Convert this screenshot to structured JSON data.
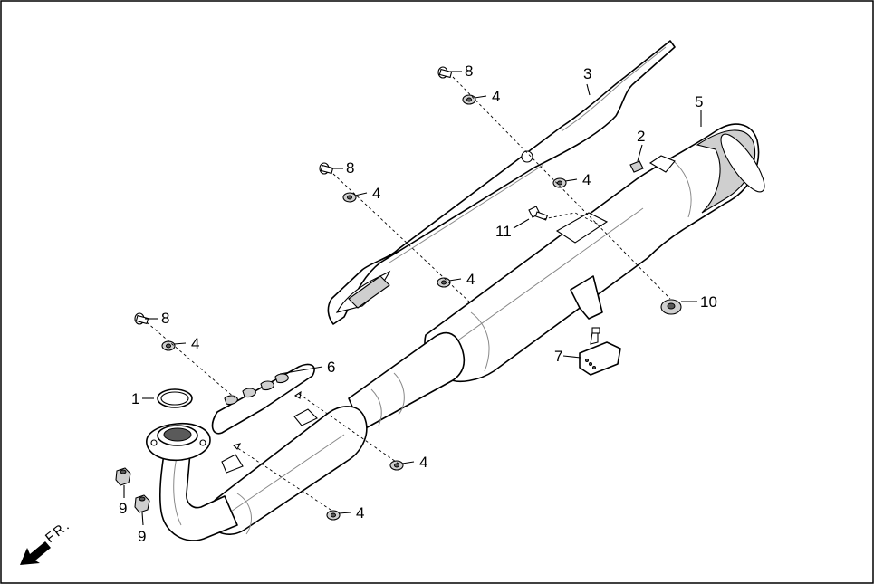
{
  "callouts": [
    {
      "id": "c1",
      "label": "1"
    },
    {
      "id": "c2",
      "label": "2"
    },
    {
      "id": "c3",
      "label": "3"
    },
    {
      "id": "c4a",
      "label": "4"
    },
    {
      "id": "c4b",
      "label": "4"
    },
    {
      "id": "c4c",
      "label": "4"
    },
    {
      "id": "c4d",
      "label": "4"
    },
    {
      "id": "c4e",
      "label": "4"
    },
    {
      "id": "c4f",
      "label": "4"
    },
    {
      "id": "c4g",
      "label": "4"
    },
    {
      "id": "c5",
      "label": "5"
    },
    {
      "id": "c6",
      "label": "6"
    },
    {
      "id": "c7",
      "label": "7"
    },
    {
      "id": "c8a",
      "label": "8"
    },
    {
      "id": "c8b",
      "label": "8"
    },
    {
      "id": "c8c",
      "label": "8"
    },
    {
      "id": "c9a",
      "label": "9"
    },
    {
      "id": "c9b",
      "label": "9"
    },
    {
      "id": "c10",
      "label": "10"
    },
    {
      "id": "c11",
      "label": "11"
    }
  ],
  "direction": {
    "label": "FR.",
    "icon": "direction-arrow-icon"
  }
}
